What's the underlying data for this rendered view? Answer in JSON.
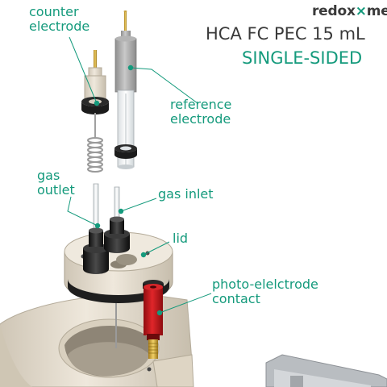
{
  "brand": {
    "logo_left": "redox",
    "logo_mid": "×",
    "logo_right": "me"
  },
  "title": {
    "product": "HCA FC PEC 15 mL",
    "variant": "SINGLE-SIDED"
  },
  "labels": {
    "counter_electrode": "counter\nelectrode",
    "reference_electrode": "reference\nelectrode",
    "gas_outlet": "gas\noutlet",
    "gas_inlet": "gas inlet",
    "lid": "lid",
    "photo_electrode_contact": "photo-elelctrode\ncontact"
  },
  "colors": {
    "accent": "#149a7c",
    "text_dark": "#3a3a3a",
    "body": "#e6ded0",
    "contact_red": "#c8191d"
  }
}
